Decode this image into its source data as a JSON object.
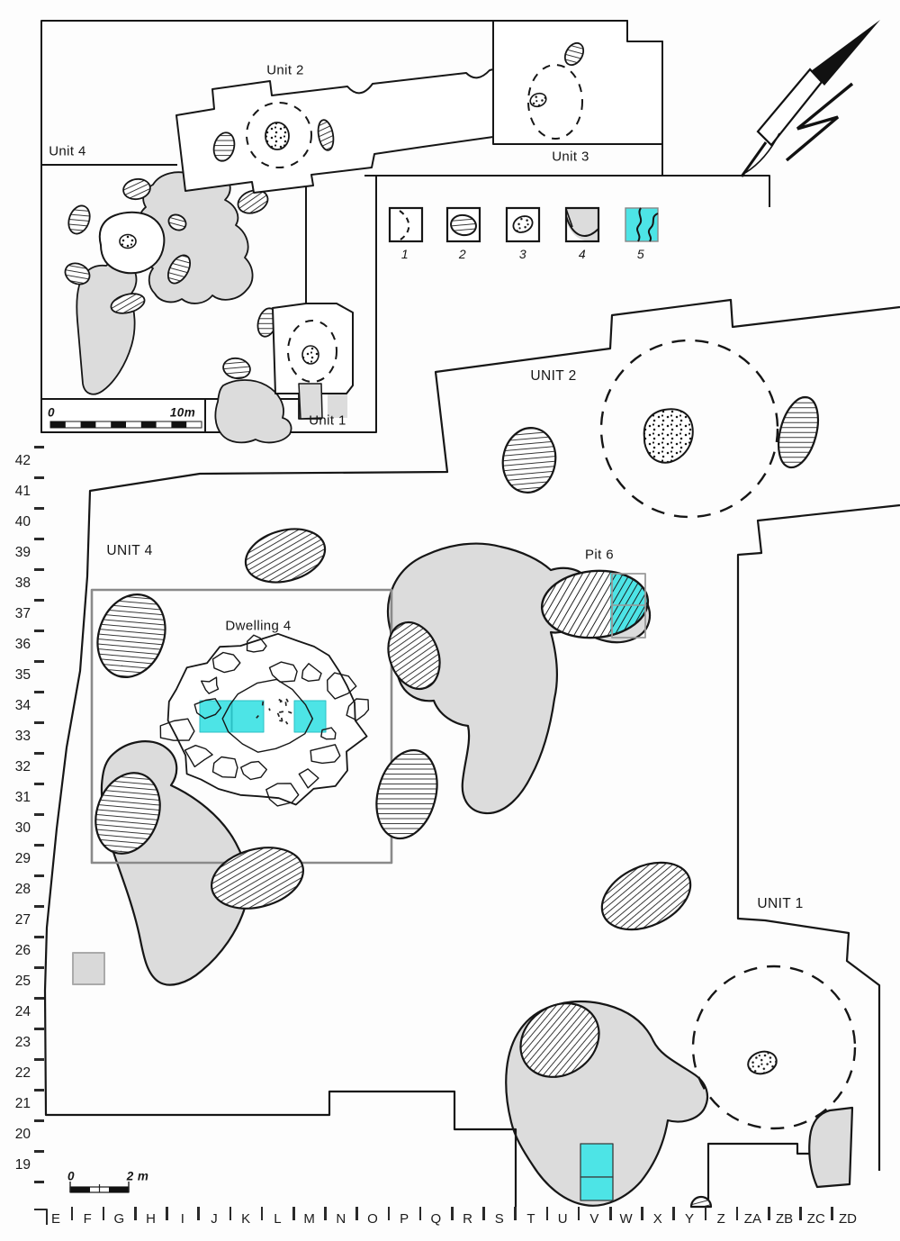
{
  "map": {
    "inset": {
      "unit2_label": "Unit 2",
      "unit3_label": "Unit 3",
      "unit4_label": "Unit 4",
      "unit1_label": "Unit 1",
      "scale": {
        "start": "0",
        "end": "10m"
      }
    },
    "main": {
      "unit2_label": "UNIT 2",
      "unit4_label": "UNIT 4",
      "unit1_label": "UNIT 1",
      "pit6_label": "Pit 6",
      "dwelling4_label": "Dwelling 4",
      "scale": {
        "start": "0",
        "end": "2 m"
      }
    },
    "legend": {
      "items": [
        {
          "label": "1",
          "symbol": "dashed-outline-feature"
        },
        {
          "label": "2",
          "symbol": "hatched-oval-feature"
        },
        {
          "label": "3",
          "symbol": "dotted-blob-feature"
        },
        {
          "label": "4",
          "symbol": "gray-fill-feature"
        },
        {
          "label": "5",
          "symbol": "cyan-excavated-area"
        }
      ]
    },
    "axes": {
      "y": [
        "42",
        "41",
        "40",
        "39",
        "38",
        "37",
        "36",
        "35",
        "34",
        "33",
        "32",
        "31",
        "30",
        "29",
        "28",
        "27",
        "26",
        "25",
        "24",
        "23",
        "22",
        "21",
        "20",
        "19"
      ],
      "x": [
        "E",
        "F",
        "G",
        "H",
        "I",
        "J",
        "K",
        "L",
        "M",
        "N",
        "O",
        "P",
        "Q",
        "R",
        "S",
        "T",
        "U",
        "V",
        "W",
        "X",
        "Y",
        "Z",
        "ZA",
        "ZB",
        "ZC",
        "ZD"
      ]
    },
    "colors": {
      "excavation_cyan": "#4de4e6",
      "feature_gray": "#dcdcdc",
      "ink": "#1a1a1a",
      "grid_gray": "#8a8a8a"
    },
    "icons": [
      "north-arrow-icon"
    ]
  }
}
